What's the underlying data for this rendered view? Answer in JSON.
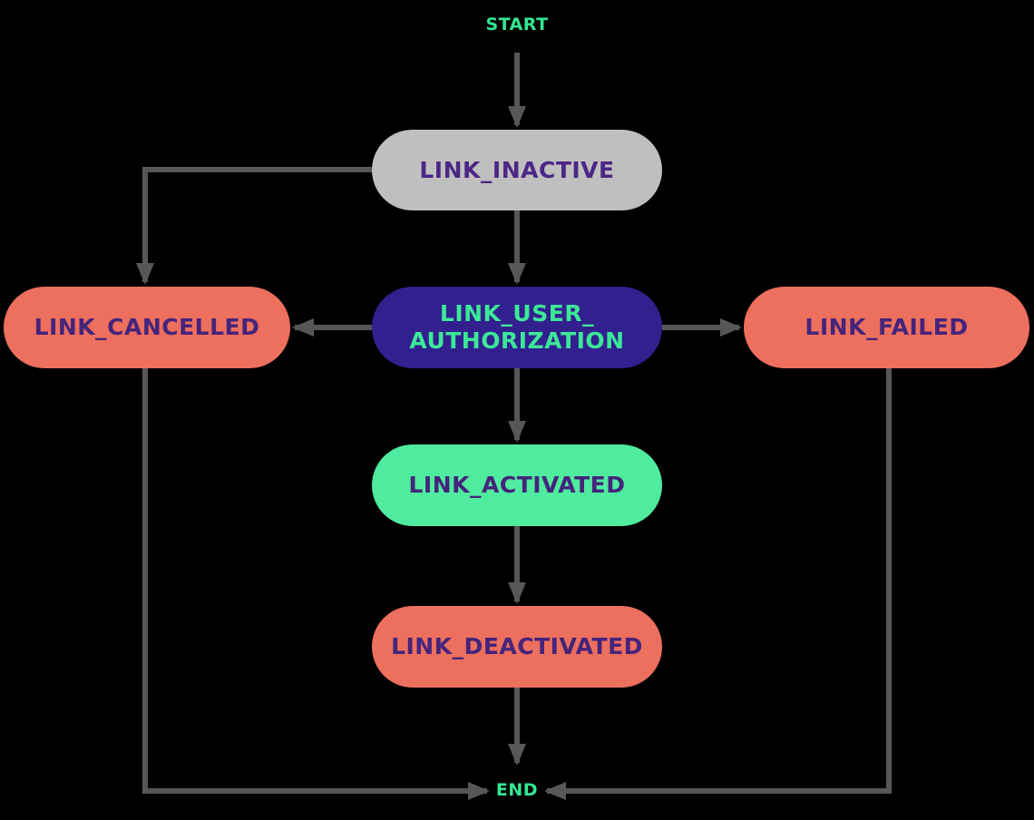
{
  "diagram": {
    "background": "#000000",
    "arrow_color": "#575757",
    "terminal_text_color": "#35e893",
    "start_label": "START",
    "end_label": "END",
    "nodes": [
      {
        "id": "link-inactive",
        "label": "LINK_INACTIVE",
        "fill": "#c0bfbf",
        "text_color": "#4b2685"
      },
      {
        "id": "link-user-authorization",
        "label": "LINK_USER_\nAUTHORIZATION",
        "fill": "#32208f",
        "text_color": "#3de897"
      },
      {
        "id": "link-cancelled",
        "label": "LINK_CANCELLED",
        "fill": "#ed6f5e",
        "text_color": "#45247c"
      },
      {
        "id": "link-failed",
        "label": "LINK_FAILED",
        "fill": "#ed6f5e",
        "text_color": "#45247c"
      },
      {
        "id": "link-activated",
        "label": "LINK_ACTIVATED",
        "fill": "#4feb9e",
        "text_color": "#45247c"
      },
      {
        "id": "link-deactivated",
        "label": "LINK_DEACTIVATED",
        "fill": "#ed6f5e",
        "text_color": "#45247c"
      }
    ],
    "edges": [
      {
        "from": "START",
        "to": "LINK_INACTIVE"
      },
      {
        "from": "LINK_INACTIVE",
        "to": "LINK_USER_AUTHORIZATION"
      },
      {
        "from": "LINK_INACTIVE",
        "to": "LINK_CANCELLED"
      },
      {
        "from": "LINK_USER_AUTHORIZATION",
        "to": "LINK_CANCELLED"
      },
      {
        "from": "LINK_USER_AUTHORIZATION",
        "to": "LINK_FAILED"
      },
      {
        "from": "LINK_USER_AUTHORIZATION",
        "to": "LINK_ACTIVATED"
      },
      {
        "from": "LINK_ACTIVATED",
        "to": "LINK_DEACTIVATED"
      },
      {
        "from": "LINK_DEACTIVATED",
        "to": "END"
      },
      {
        "from": "LINK_CANCELLED",
        "to": "END"
      },
      {
        "from": "LINK_FAILED",
        "to": "END"
      }
    ]
  }
}
